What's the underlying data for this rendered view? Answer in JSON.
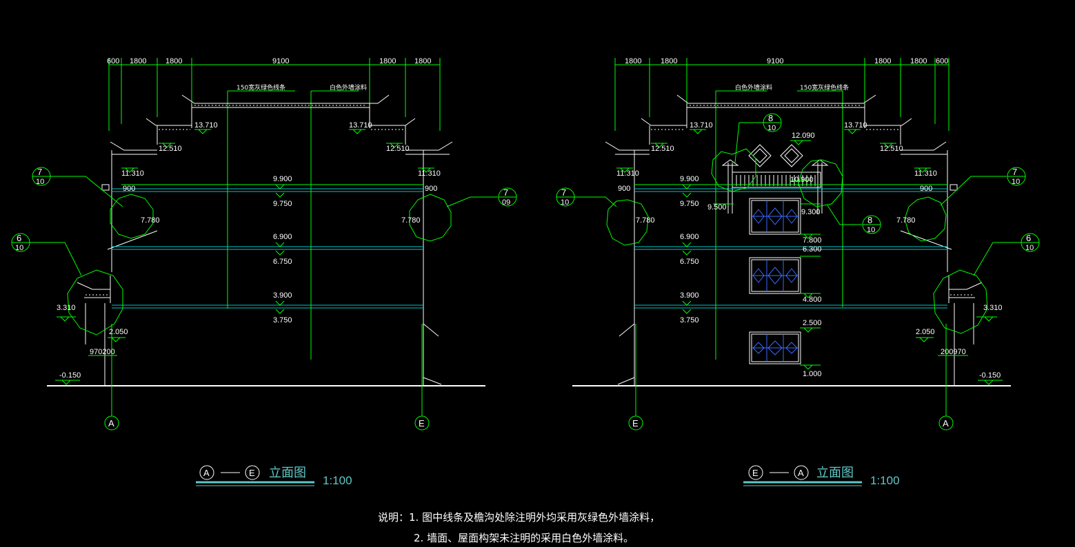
{
  "left": {
    "dims_top": [
      "600",
      "1800",
      "1800",
      "9100",
      "1800",
      "1800"
    ],
    "note_line": "150宽灰绿色线条",
    "note_wall": "白色外墙涂料",
    "roof_levels": [
      "13.710",
      "13.710",
      "12.510",
      "12.510",
      "11.310",
      "11.310"
    ],
    "width_900": [
      "900",
      "900"
    ],
    "levels_mid": [
      "9.900",
      "9.750",
      "6.900",
      "6.750",
      "3.900",
      "3.750"
    ],
    "level_7780": [
      "7.780",
      "7.780"
    ],
    "level_3310": "3.310",
    "level_2050": "2.050",
    "dim_bottom": "970200",
    "level_ground": "-0.150",
    "detail_tags": [
      {
        "num": "7",
        "sheet": "10"
      },
      {
        "num": "6",
        "sheet": "10"
      },
      {
        "num": "7",
        "sheet": "09"
      }
    ],
    "axis": [
      "A",
      "E"
    ],
    "title_axis_start": "A",
    "title_axis_end": "E",
    "title_text": "立面图",
    "title_scale": "1:100"
  },
  "right": {
    "dims_top": [
      "1800",
      "1800",
      "9100",
      "1800",
      "1800",
      "600"
    ],
    "note_wall": "白色外墙涂料",
    "note_line": "150宽灰绿色线条",
    "roof_levels": [
      "13.710",
      "13.710",
      "12.510",
      "12.510",
      "11.310",
      "11.310"
    ],
    "width_900": [
      "900",
      "900"
    ],
    "levels_mid": [
      "9.900",
      "9.750",
      "6.900",
      "6.750",
      "3.900",
      "3.750"
    ],
    "level_12090": "12.090",
    "level_10900": "10.900",
    "level_9500": "9.500",
    "level_9300": "9.300",
    "level_7800": "7.800",
    "level_6300": "6.300",
    "level_4800": "4.800",
    "level_2500": "2.500",
    "level_1000": "1.000",
    "level_7780": [
      "7.780",
      "7.780"
    ],
    "level_3310": "3.310",
    "level_2050": "2.050",
    "dim_bottom": "200970",
    "level_ground": "-0.150",
    "detail_tags": [
      {
        "num": "8",
        "sheet": "10"
      },
      {
        "num": "8",
        "sheet": "10"
      },
      {
        "num": "7",
        "sheet": "10"
      },
      {
        "num": "7",
        "sheet": "10"
      },
      {
        "num": "6",
        "sheet": "10"
      }
    ],
    "axis": [
      "E",
      "A"
    ],
    "title_axis_start": "E",
    "title_axis_end": "A",
    "title_text": "立面图",
    "title_scale": "1:100"
  },
  "notes": {
    "line1": "说明：1. 图中线条及檐沟处除注明外均采用灰绿色外墙涂料，",
    "line2": "2. 墙面、屋面构架未注明的采用白色外墙涂料。"
  },
  "colors": {
    "background": "#000000",
    "dimension": "#00ff00",
    "outline": "#ffffff",
    "window": "#3a6cff",
    "band": "#00c8c8",
    "title": "#5fc8c8"
  }
}
